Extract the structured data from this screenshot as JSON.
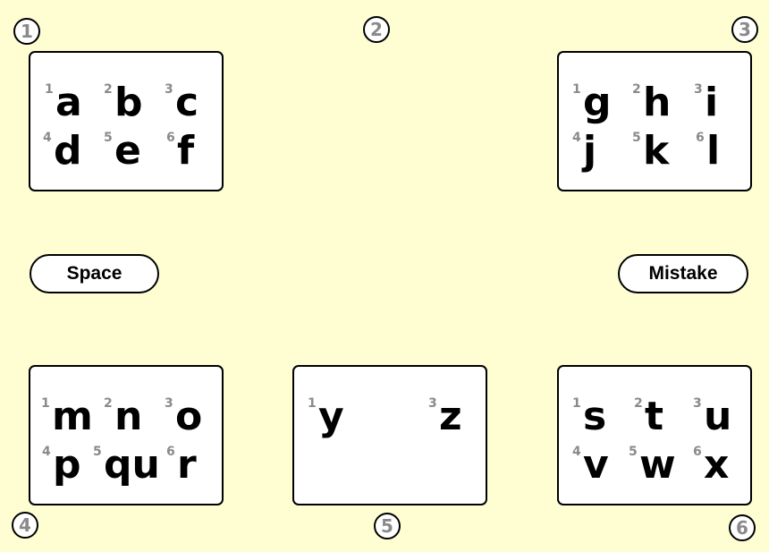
{
  "markers": [
    "1",
    "2",
    "3",
    "4",
    "5",
    "6"
  ],
  "buttons": {
    "space": "Space",
    "mistake": "Mistake"
  },
  "panels": [
    {
      "id": "1",
      "cells": [
        {
          "n": "1",
          "l": "a"
        },
        {
          "n": "2",
          "l": "b"
        },
        {
          "n": "3",
          "l": "c"
        },
        {
          "n": "4",
          "l": "d"
        },
        {
          "n": "5",
          "l": "e"
        },
        {
          "n": "6",
          "l": "f"
        }
      ]
    },
    {
      "id": "3",
      "cells": [
        {
          "n": "1",
          "l": "g"
        },
        {
          "n": "2",
          "l": "h"
        },
        {
          "n": "3",
          "l": "i"
        },
        {
          "n": "4",
          "l": "j"
        },
        {
          "n": "5",
          "l": "k"
        },
        {
          "n": "6",
          "l": "l"
        }
      ]
    },
    {
      "id": "4",
      "cells": [
        {
          "n": "1",
          "l": "m"
        },
        {
          "n": "2",
          "l": "n"
        },
        {
          "n": "3",
          "l": "o"
        },
        {
          "n": "4",
          "l": "p"
        },
        {
          "n": "5",
          "l": "qu"
        },
        {
          "n": "6",
          "l": "r"
        }
      ]
    },
    {
      "id": "5",
      "cells": [
        {
          "n": "1",
          "l": "y"
        },
        {
          "n": "3",
          "l": "z"
        }
      ]
    },
    {
      "id": "6",
      "cells": [
        {
          "n": "1",
          "l": "s"
        },
        {
          "n": "2",
          "l": "t"
        },
        {
          "n": "3",
          "l": "u"
        },
        {
          "n": "4",
          "l": "v"
        },
        {
          "n": "5",
          "l": "w"
        },
        {
          "n": "6",
          "l": "x"
        }
      ]
    }
  ]
}
